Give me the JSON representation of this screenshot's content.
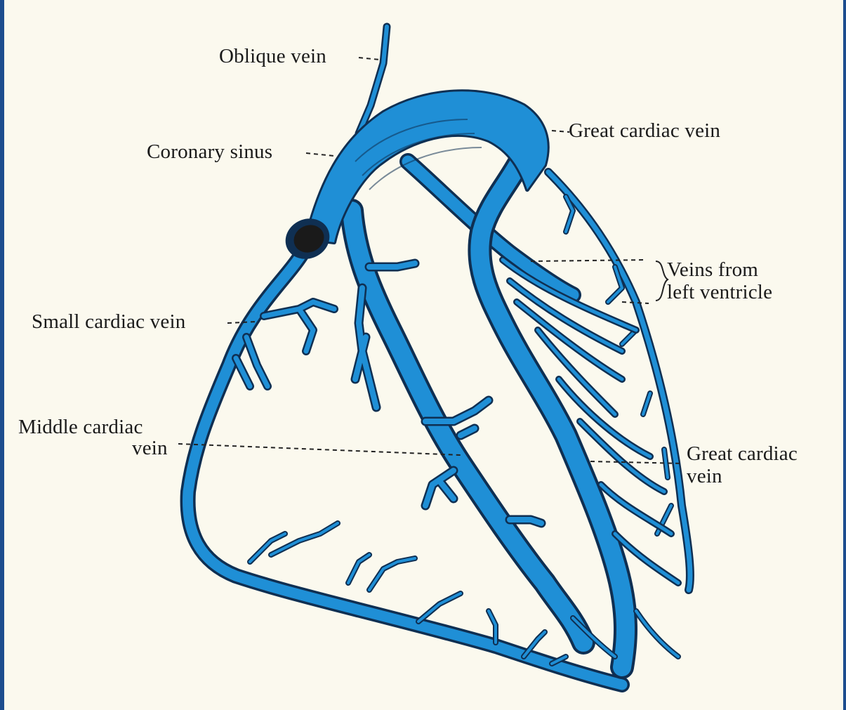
{
  "labels": {
    "oblique_vein": "Oblique vein",
    "coronary_sinus": "Coronary sinus",
    "great_cardiac_vein_top": "Great cardiac vein",
    "veins_from_lv_1": "Veins from",
    "veins_from_lv_2": "left ventricle",
    "small_cardiac_vein": "Small cardiac vein",
    "middle_cardiac_1": "Middle cardiac",
    "middle_cardiac_2": "vein",
    "great_cardiac_2_1": "Great cardiac",
    "great_cardiac_2_2": "vein"
  },
  "colors": {
    "border": "#1d4d8e",
    "paper": "#fbf9ee",
    "vein": "#1f8fd6",
    "vein_outline": "#0f2f52",
    "text": "#1a1a1a"
  }
}
